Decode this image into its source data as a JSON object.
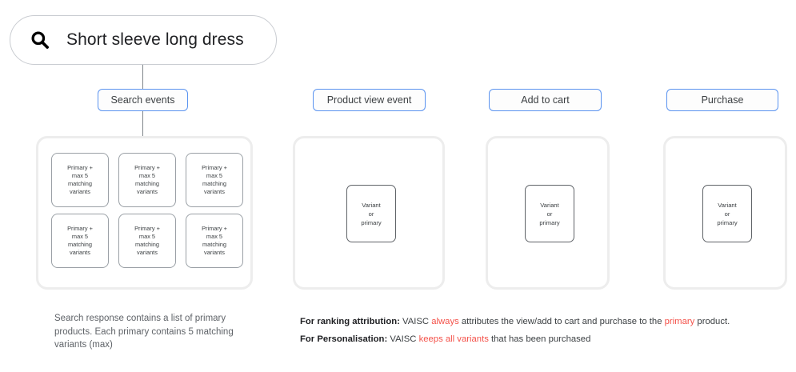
{
  "search": {
    "icon": "search-icon",
    "query": "Short sleeve long dress"
  },
  "stages": [
    {
      "id": "search-events",
      "label": "Search events",
      "has_connector": true,
      "cards": [
        {
          "lines": [
            "Primary +",
            "max 5",
            "matching",
            "variants"
          ]
        },
        {
          "lines": [
            "Primary +",
            "max 5",
            "matching",
            "variants"
          ]
        },
        {
          "lines": [
            "Primary +",
            "max 5",
            "matching",
            "variants"
          ]
        },
        {
          "lines": [
            "Primary +",
            "max 5",
            "matching",
            "variants"
          ]
        },
        {
          "lines": [
            "Primary +",
            "max 5",
            "matching",
            "variants"
          ]
        },
        {
          "lines": [
            "Primary +",
            "max 5",
            "matching",
            "variants"
          ]
        }
      ]
    },
    {
      "id": "product-view-event",
      "label": "Product view event",
      "has_connector": false,
      "cards": [
        {
          "lines": [
            "Variant",
            "or",
            "primary"
          ]
        }
      ]
    },
    {
      "id": "add-to-cart",
      "label": "Add to cart",
      "has_connector": false,
      "cards": [
        {
          "lines": [
            "Variant",
            "or",
            "primary"
          ]
        }
      ]
    },
    {
      "id": "purchase",
      "label": "Purchase",
      "has_connector": false,
      "cards": [
        {
          "lines": [
            "Variant",
            "or",
            "primary"
          ]
        }
      ]
    }
  ],
  "captions": {
    "left": "Search response contains a list of primary products. Each primary contains 5 matching variants (max)",
    "right": [
      {
        "lead": "For ranking attribution:",
        "segments": [
          {
            "text": " VAISC ",
            "highlight": false
          },
          {
            "text": "always",
            "highlight": true
          },
          {
            "text": " attributes the view/add to cart and purchase to the ",
            "highlight": false
          },
          {
            "text": "primary",
            "highlight": true
          },
          {
            "text": " product.",
            "highlight": false
          }
        ]
      },
      {
        "lead": "For Personalisation:",
        "segments": [
          {
            "text": " VAISC ",
            "highlight": false
          },
          {
            "text": "keeps all variants",
            "highlight": true
          },
          {
            "text": " that has been purchased",
            "highlight": false
          }
        ]
      }
    ]
  },
  "colors": {
    "chip_border": "#5b94f0",
    "panel_border": "#ededed",
    "card_border": "#9aa0a6",
    "highlight": "#f4524a",
    "connector": "#80868b"
  }
}
